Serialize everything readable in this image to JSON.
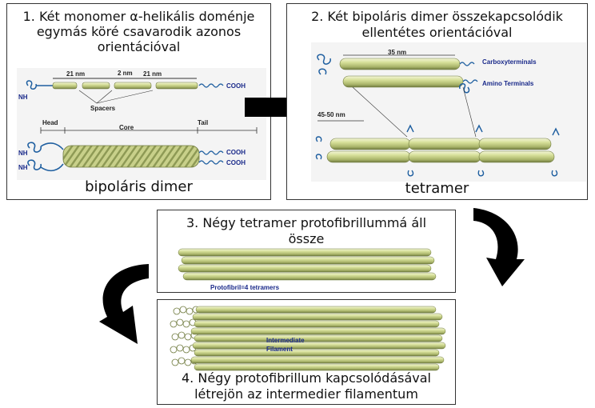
{
  "panel1": {
    "title_line1": "1.  Két monomer α-helikális doménje",
    "title_line2": "egymás köré csavarodik azonos",
    "title_line3": "orientációval",
    "caption": "bipoláris dimer",
    "labels": {
      "seg1": "21 nm",
      "gap": "2 nm",
      "seg2": "21 nm",
      "cooh": "COOH",
      "nh": "NH",
      "spacers": "Spacers",
      "head": "Head",
      "core": "Core",
      "tail": "Tail",
      "cooh_a": "COOH",
      "cooh_b": "COOH",
      "nh_a": "NH",
      "nh_b": "NH"
    }
  },
  "panel2": {
    "title_line1": "2.  Két bipoláris dimer összekapcsolódik",
    "title_line2": "ellentétes orientációval",
    "caption": "tetramer",
    "labels": {
      "length": "35 nm",
      "carboxy": "Carboxyterminals",
      "amino": "Amino Terminals",
      "overlap": "45-50 nm"
    }
  },
  "panel3": {
    "title_line1": "3.  Négy tetramer protofibrillummá áll",
    "title_line2": "össze",
    "label": "Protofibril=4 tetramers"
  },
  "panel4": {
    "label_line1": "Intermediate",
    "label_line2": "Filament",
    "caption_line1": "4.  Négy protofibrillum kapcsolódásával",
    "caption_line2": "létrejön az intermedier filamentum"
  },
  "colors": {
    "rod_light": "#e6ecb8",
    "rod_mid": "#b8c47a",
    "rod_dark": "#7e8a48",
    "arrow": "#000000",
    "label_blue": "#1a2a8a",
    "terminal_blue": "#1f5fa0"
  }
}
